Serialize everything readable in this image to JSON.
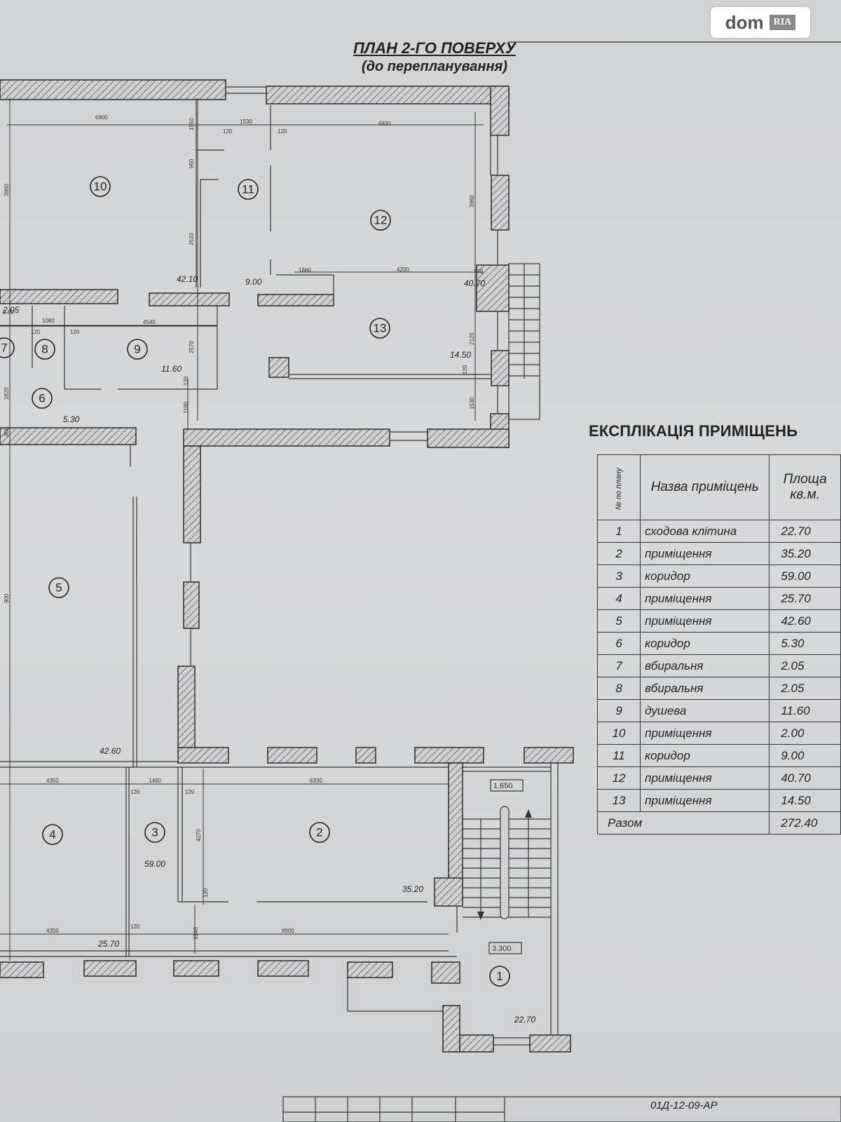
{
  "logo": {
    "dom": "dom",
    "ria": "RIA"
  },
  "title": {
    "line1": "ПЛАН 2-ГО ПОВЕРХУ",
    "line2": "(до перепланування)"
  },
  "rooms": [
    {
      "num": "10"
    },
    {
      "num": "11"
    },
    {
      "num": "12"
    },
    {
      "num": "13"
    },
    {
      "num": "7"
    },
    {
      "num": "8"
    },
    {
      "num": "9"
    },
    {
      "num": "6"
    },
    {
      "num": "5"
    },
    {
      "num": "4"
    },
    {
      "num": "3"
    },
    {
      "num": "2"
    },
    {
      "num": "1"
    }
  ],
  "areas": [
    "42.10",
    "9.00",
    "40.70",
    "14.50",
    "2.05",
    "11.60",
    "5.30",
    "42.60",
    "59.00",
    "35.20",
    "25.70",
    "22.70"
  ],
  "dims": [
    "6900",
    "1530",
    "6830",
    "120",
    "120",
    "1550",
    "950",
    "3960",
    "3960",
    "2510",
    "1880",
    "4200",
    "770",
    "2.05",
    "1080",
    "120",
    "120",
    "4540",
    "2570",
    "2120",
    "120",
    "120",
    "1180",
    "1530",
    "4350",
    "1460",
    "6330",
    "120",
    "120",
    "4270",
    "120",
    "4350",
    "120",
    "3140",
    "8900",
    "900",
    "1820",
    "800"
  ],
  "levels": [
    "1.650",
    "3.300"
  ],
  "explication": {
    "title": "ЕКСПЛІКАЦІЯ ПРИМІЩЕНЬ",
    "col_no": "№ по плану",
    "col_name": "Назва приміщень",
    "col_area": "Площа кв.м.",
    "rows": [
      {
        "n": "1",
        "name": "сходова клітина",
        "area": "22.70"
      },
      {
        "n": "2",
        "name": "приміщення",
        "area": "35.20"
      },
      {
        "n": "3",
        "name": "коридор",
        "area": "59.00"
      },
      {
        "n": "4",
        "name": "приміщення",
        "area": "25.70"
      },
      {
        "n": "5",
        "name": "приміщення",
        "area": "42.60"
      },
      {
        "n": "6",
        "name": "коридор",
        "area": "5.30"
      },
      {
        "n": "7",
        "name": "вбиральня",
        "area": "2.05"
      },
      {
        "n": "8",
        "name": "вбиральня",
        "area": "2.05"
      },
      {
        "n": "9",
        "name": "душева",
        "area": "11.60"
      },
      {
        "n": "10",
        "name": "приміщення",
        "area": "2.00"
      },
      {
        "n": "11",
        "name": "коридор",
        "area": "9.00"
      },
      {
        "n": "12",
        "name": "приміщення",
        "area": "40.70"
      },
      {
        "n": "13",
        "name": "приміщення",
        "area": "14.50"
      }
    ],
    "total_label": "Разом",
    "total_area": "272.40"
  },
  "stamp": {
    "code": "01Д-12-09-АР"
  }
}
